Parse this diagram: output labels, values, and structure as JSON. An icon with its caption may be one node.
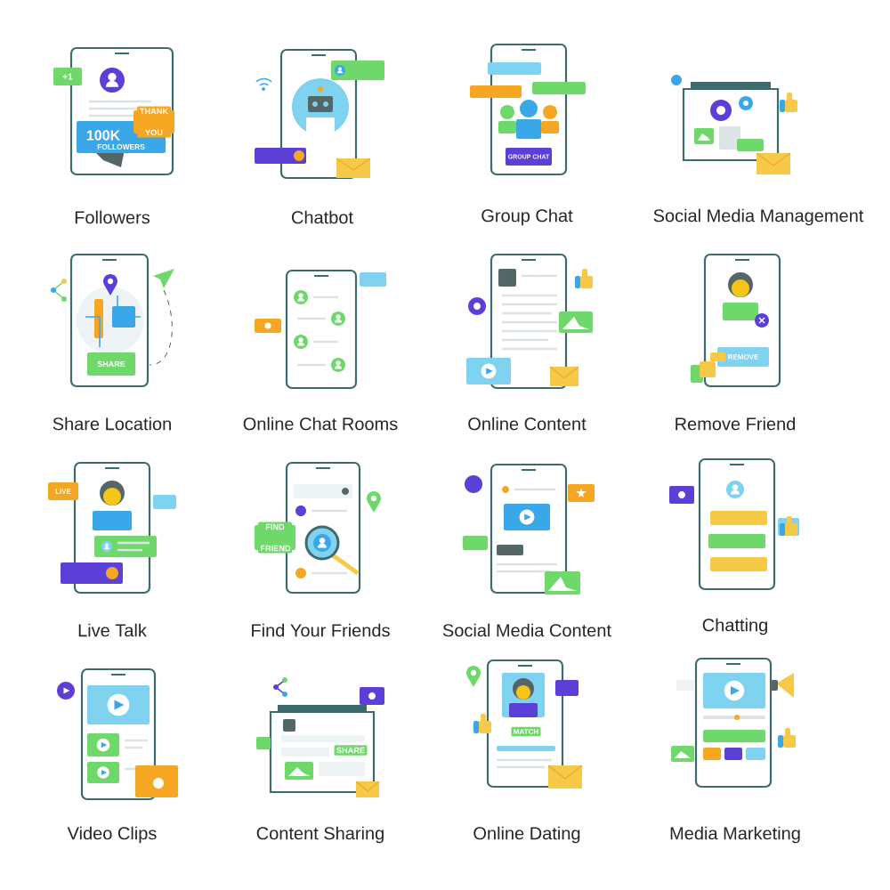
{
  "diagram": {
    "labels": [
      "+1",
      "100K",
      "FOLLOWERS",
      "THANK YOU",
      "Followers",
      "Chatbot",
      "GROUP CHAT",
      "Group Chat",
      "Social Media Management",
      "SHARE",
      "Share Location",
      "Online Chat Rooms",
      "Online Content",
      "REMOVE",
      "Remove Friend",
      "LIVE",
      "Live Talk",
      "FIND FRIEND",
      "Find Your Friends",
      "Social Media Content",
      "Chatting",
      "Video Clips",
      "SHARE",
      "Content Sharing",
      "MATCH",
      "Online Dating",
      "Media Marketing"
    ]
  }
}
